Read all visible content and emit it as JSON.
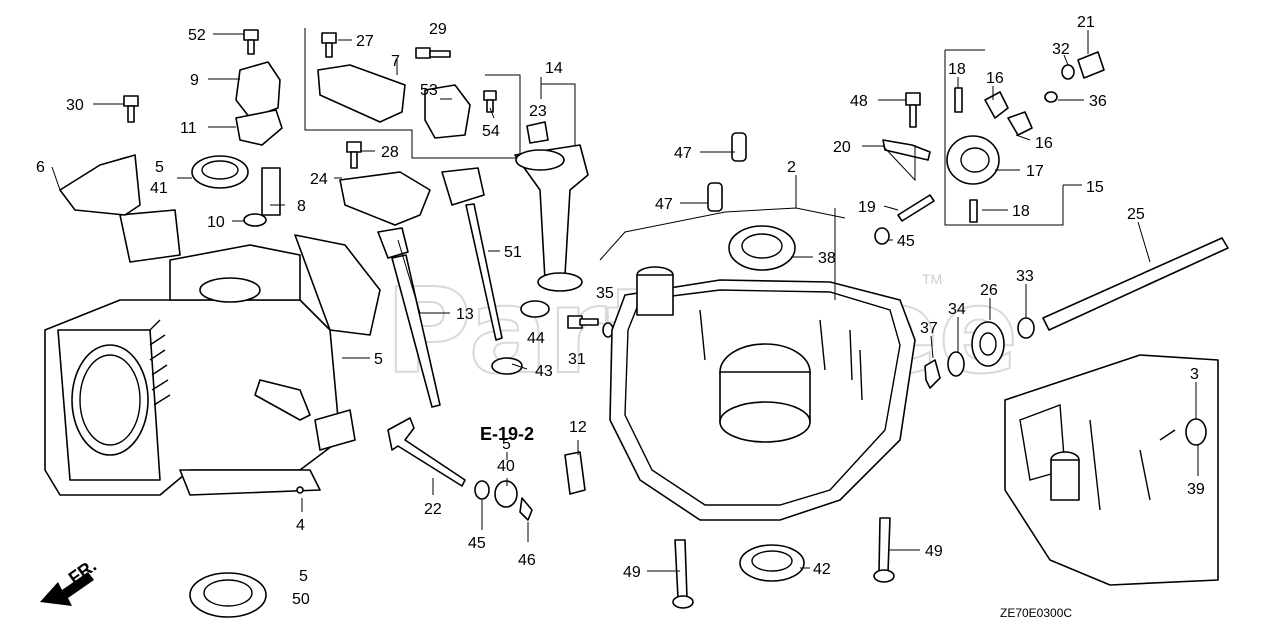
{
  "diagram": {
    "watermark": "PartsTree",
    "trademark": "TM",
    "reference": "E-19-2",
    "direction": "FR.",
    "drawing_code": "ZE70E0300C"
  },
  "callouts": [
    {
      "id": "c52",
      "text": "52"
    },
    {
      "id": "c27",
      "text": "27"
    },
    {
      "id": "c29",
      "text": "29"
    },
    {
      "id": "c7",
      "text": "7"
    },
    {
      "id": "c9",
      "text": "9"
    },
    {
      "id": "c30",
      "text": "30"
    },
    {
      "id": "c11",
      "text": "11"
    },
    {
      "id": "c53",
      "text": "53"
    },
    {
      "id": "c54",
      "text": "54"
    },
    {
      "id": "c14",
      "text": "14"
    },
    {
      "id": "c23",
      "text": "23"
    },
    {
      "id": "c28",
      "text": "28"
    },
    {
      "id": "c6",
      "text": "6"
    },
    {
      "id": "c5a",
      "text": "5"
    },
    {
      "id": "c41",
      "text": "41"
    },
    {
      "id": "c24",
      "text": "24"
    },
    {
      "id": "c8",
      "text": "8"
    },
    {
      "id": "c10",
      "text": "10"
    },
    {
      "id": "c51",
      "text": "51"
    },
    {
      "id": "c13",
      "text": "13"
    },
    {
      "id": "c5b",
      "text": "5"
    },
    {
      "id": "c44",
      "text": "44"
    },
    {
      "id": "c35",
      "text": "35"
    },
    {
      "id": "c31",
      "text": "31"
    },
    {
      "id": "c43",
      "text": "43"
    },
    {
      "id": "c12",
      "text": "12"
    },
    {
      "id": "c5c",
      "text": "5"
    },
    {
      "id": "c40",
      "text": "40"
    },
    {
      "id": "c22",
      "text": "22"
    },
    {
      "id": "c4",
      "text": "4"
    },
    {
      "id": "c45a",
      "text": "45"
    },
    {
      "id": "c46",
      "text": "46"
    },
    {
      "id": "c5d",
      "text": "5"
    },
    {
      "id": "c50",
      "text": "50"
    },
    {
      "id": "c49a",
      "text": "49"
    },
    {
      "id": "c42",
      "text": "42"
    },
    {
      "id": "c49b",
      "text": "49"
    },
    {
      "id": "c47a",
      "text": "47"
    },
    {
      "id": "c47b",
      "text": "47"
    },
    {
      "id": "c2",
      "text": "2"
    },
    {
      "id": "c38",
      "text": "38"
    },
    {
      "id": "c48",
      "text": "48"
    },
    {
      "id": "c20",
      "text": "20"
    },
    {
      "id": "c19",
      "text": "19"
    },
    {
      "id": "c45b",
      "text": "45"
    },
    {
      "id": "c18a",
      "text": "18"
    },
    {
      "id": "c16a",
      "text": "16"
    },
    {
      "id": "c16b",
      "text": "16"
    },
    {
      "id": "c17",
      "text": "17"
    },
    {
      "id": "c15",
      "text": "15"
    },
    {
      "id": "c18b",
      "text": "18"
    },
    {
      "id": "c21",
      "text": "21"
    },
    {
      "id": "c32",
      "text": "32"
    },
    {
      "id": "c36",
      "text": "36"
    },
    {
      "id": "c25",
      "text": "25"
    },
    {
      "id": "c26",
      "text": "26"
    },
    {
      "id": "c33",
      "text": "33"
    },
    {
      "id": "c34",
      "text": "34"
    },
    {
      "id": "c37",
      "text": "37"
    },
    {
      "id": "c3",
      "text": "3"
    },
    {
      "id": "c39",
      "text": "39"
    }
  ]
}
